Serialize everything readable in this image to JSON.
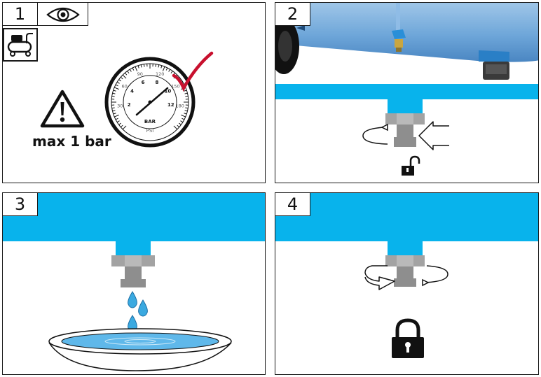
{
  "panels": [
    {
      "number": "1",
      "warning_text": "max 1 bar",
      "icons": [
        "eye-icon",
        "compressor-icon",
        "warning-icon",
        "pressure-gauge-icon",
        "checkmark-icon"
      ],
      "gauge": {
        "bar_labels": [
          "2",
          "4",
          "6",
          "8",
          "10",
          "12"
        ],
        "psi_labels": [
          "30",
          "60",
          "90",
          "120",
          "150",
          "180"
        ],
        "unit_bar": "BAR",
        "unit_psi": "PSI"
      }
    },
    {
      "number": "2",
      "icons": [
        "compressor-tank",
        "drain-valve-icon",
        "rotate-arrow-icon",
        "unlock-icon"
      ]
    },
    {
      "number": "3",
      "icons": [
        "drain-valve-icon",
        "water-drop-icon",
        "collection-bowl-icon"
      ]
    },
    {
      "number": "4",
      "icons": [
        "drain-valve-icon",
        "rotate-arrow-icon",
        "lock-icon"
      ]
    }
  ],
  "colors": {
    "tank_blue": "#08b3ec",
    "valve_grey": "#a3a3a3",
    "check_red": "#c8102e",
    "outline": "#1a1a1a"
  }
}
